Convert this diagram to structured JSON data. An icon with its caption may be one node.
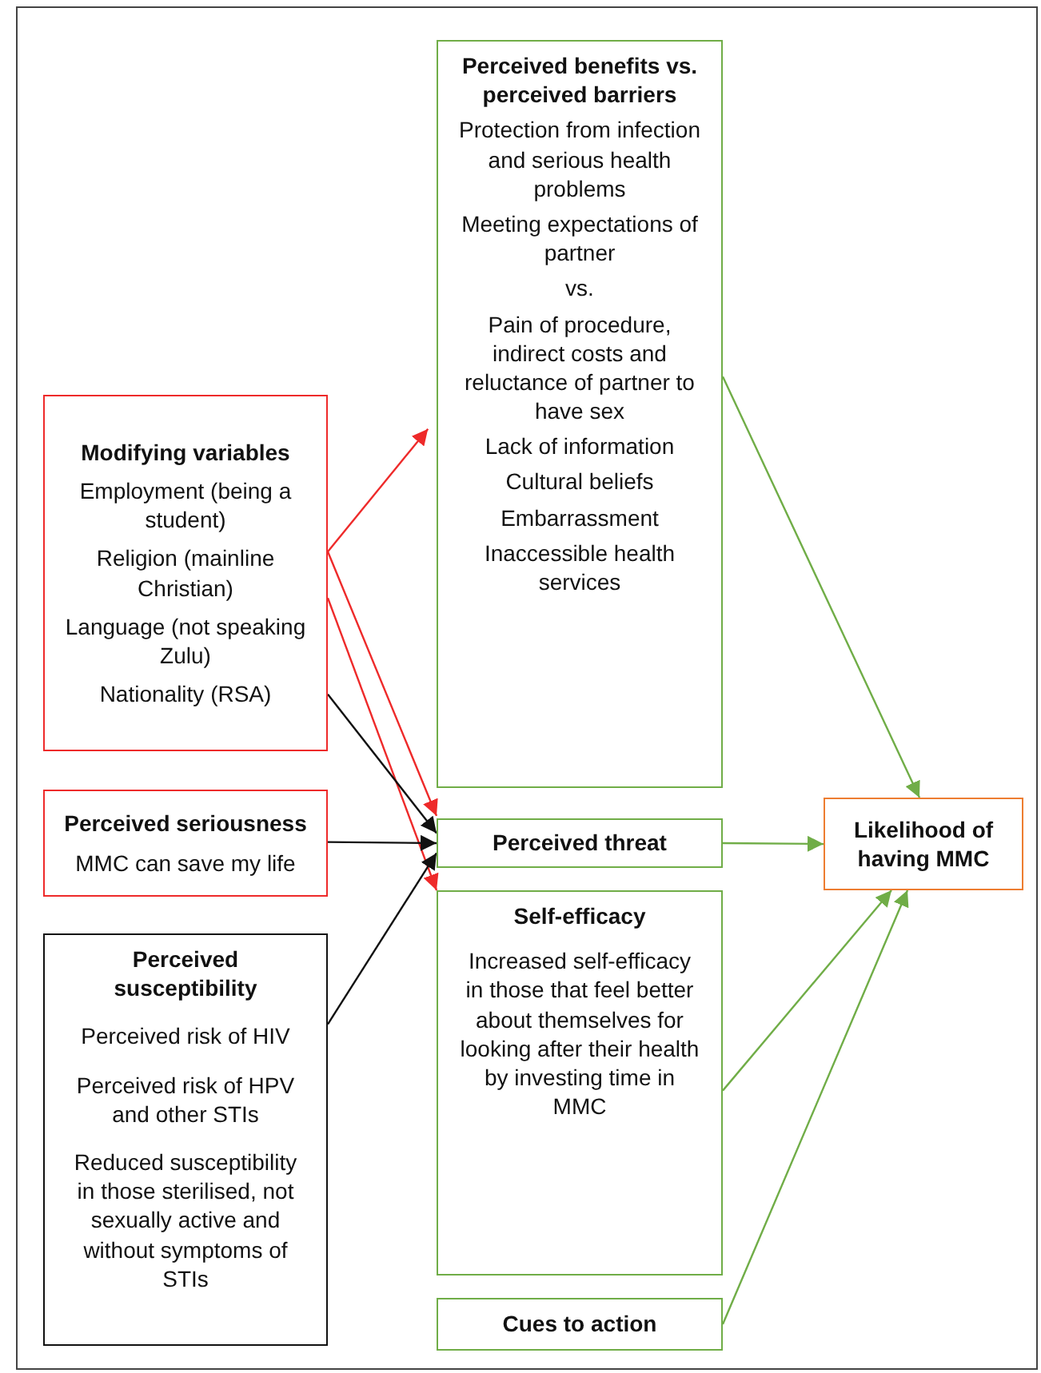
{
  "diagram": {
    "nodes": [
      {
        "text": [
          "Modifying variables",
          "Employment (being a student)",
          "Religion (mainline Christian)",
          "Language (not speaking Zulu)",
          "Nationality (RSA)"
        ]
      },
      {
        "text": [
          "Perceived seriousness",
          "MMC can save my life"
        ]
      },
      {
        "text": [
          "Perceived susceptibility",
          "Perceived risk of HIV",
          "Perceived risk of HPV and other STIs",
          "Reduced susceptibility in those sterilised, not sexually active and without symptoms of STIs"
        ]
      },
      {
        "text": [
          "Perceived benefits vs. perceived barriers",
          "Protection from infection and serious health problems",
          "Meeting expectations of partner",
          "vs.",
          "Pain of procedure, indirect costs and reluctance of partner to have sex",
          "Lack of information",
          "Cultural beliefs",
          "Embarrassment",
          "Inaccessible health services"
        ]
      },
      {
        "text": [
          "Perceived threat"
        ]
      },
      {
        "text": [
          "Self-efficacy",
          "Increased self-efficacy in those that feel better about themselves for looking after their health by investing time in MMC"
        ]
      },
      {
        "text": [
          "Cues to action"
        ]
      },
      {
        "text": [
          "Likelihood of having MMC"
        ]
      }
    ],
    "edges": [
      {
        "from": 0,
        "to": 3,
        "arrow": "to",
        "color": "#ee2a2a"
      },
      {
        "from": 0,
        "to": 4,
        "arrow": "to",
        "color": "#ee2a2a"
      },
      {
        "from": 0,
        "to": 5,
        "arrow": "to",
        "color": "#ee2a2a"
      },
      {
        "from": 0,
        "to": 4,
        "arrow": "to",
        "color": "#111111"
      },
      {
        "from": 1,
        "to": 4,
        "arrow": "to",
        "color": "#111111"
      },
      {
        "from": 2,
        "to": 4,
        "arrow": "to",
        "color": "#111111"
      },
      {
        "from": 3,
        "to": 7,
        "arrow": "to",
        "color": "#70ad47"
      },
      {
        "from": 4,
        "to": 7,
        "arrow": "to",
        "color": "#70ad47"
      },
      {
        "from": 5,
        "to": 7,
        "arrow": "to",
        "color": "#70ad47"
      },
      {
        "from": 6,
        "to": 7,
        "arrow": "to",
        "color": "#70ad47"
      }
    ]
  }
}
